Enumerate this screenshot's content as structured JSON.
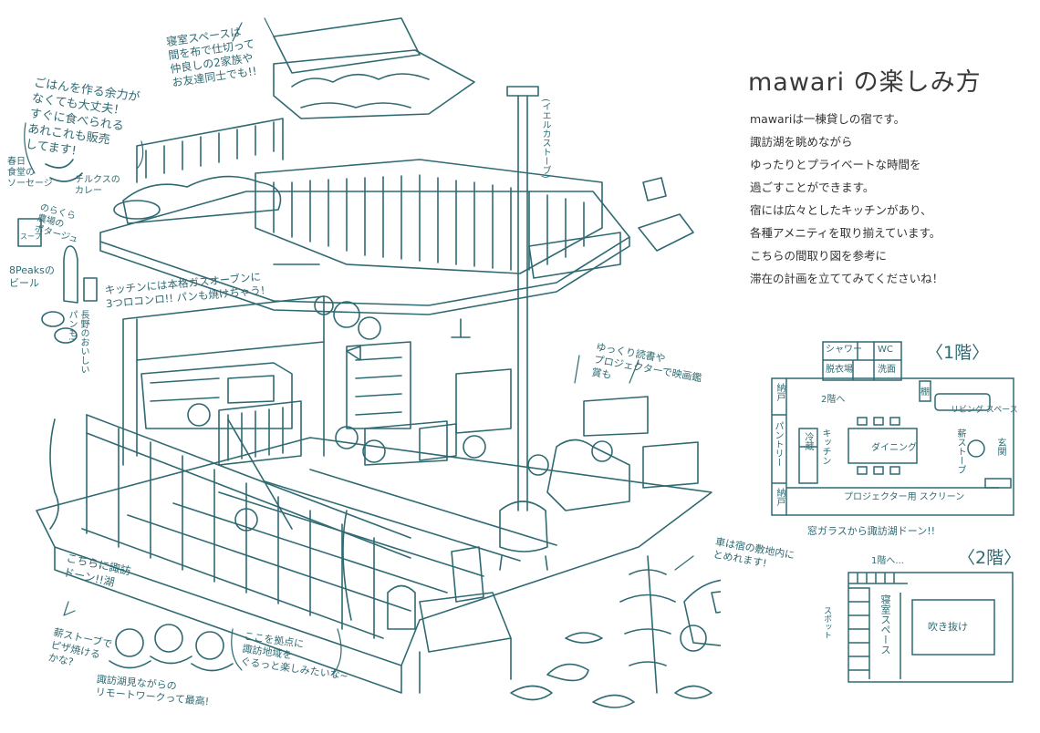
{
  "header": {
    "title": "mawari の楽しみ方"
  },
  "intro": {
    "lines": [
      "mawariは一棟貸しの宿です。",
      "諏訪湖を眺めながら",
      "ゆったりとプライベートな時間を",
      "過ごすことができます。",
      "宿には広々としたキッチンがあり、",
      "各種アメニティを取り揃えています。",
      "こちらの間取り図を参考に",
      "滞在の計画を立ててみてくださいね！"
    ]
  },
  "notes": {
    "bedroom": "寝室スペースは\n間を布で仕切って\n仲良しの2家族や\nお友達同士でも!!",
    "shop": "ごはんを作る余力が\nなくても大丈夫！\nすぐに食べられる\nあれこれも販売\nしてます!",
    "sausage": "春日\n食堂の\nソーセージ",
    "curry": "チルクスの\nカレー",
    "soup": "のらくら\n農場の\nポタージュ",
    "soup_tag": "スープ",
    "beer": "8Peaksの\nビール",
    "bread": "長野のおいしい\nパンも!",
    "stove_label": "(イエルカストーブ)",
    "kitchen": "キッチンには本格ガスオーブンに\n3つロコンロ!! パンも焼けちゃう!",
    "reading": "ゆっくり読書や\nプロジェクターで映画鑑賞も",
    "lake_view": "こちらに諏訪\nドーン!!湖",
    "pizza": "薪ストーブで\nピザ焼ける\nかな?",
    "remote": "諏訪湖見ながらの\nリモートワークって最高!",
    "base": "ここを拠点に\n諏訪地域を\nぐるっと楽しみたいな~",
    "parking": "車は宿の敷地内に\nとめれます!",
    "parking_spot": "スポット"
  },
  "plan1": {
    "title": "〈1階〉",
    "shower": "シャワー",
    "wc": "WC",
    "changing": "脱衣場",
    "washroom": "洗面",
    "storage1": "納戸",
    "to_floor2": "2階へ",
    "shelf": "棚",
    "living": "リビング\nスペース",
    "pantry": "パントリー",
    "fridge": "冷蔵",
    "kitchen": "キッチン",
    "dining": "ダイニング",
    "stove": "薪ストーブ",
    "entrance": "玄関",
    "storage2": "納戸",
    "screen": "プロジェクター用 スクリーン",
    "caption": "窓ガラスから諏訪湖ドーン!!"
  },
  "plan2": {
    "title": "〈2階〉",
    "to_floor1": "1階へ...",
    "bedroom": "寝室スペース",
    "atrium": "吹き抜け"
  },
  "colors": {
    "ink": "#2f6a72",
    "text": "#333333"
  }
}
